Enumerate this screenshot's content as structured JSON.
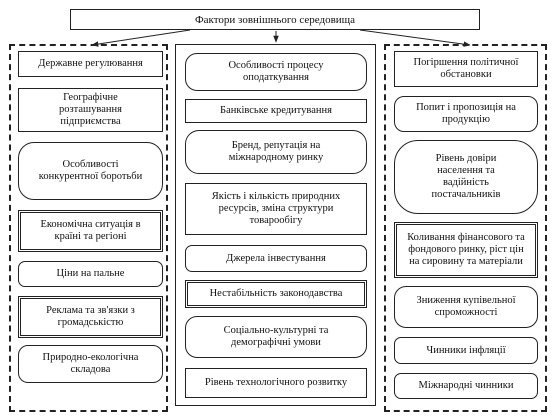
{
  "title": "Фактори зовнішнього середовища",
  "left_factors": [
    "Державне регулювання",
    "Географічне\nрозташування\nпідприємства",
    "Особливості\nконкурентної боротьби",
    "Економічна ситуація в\nкраїні та регіоні",
    "Ціни на пальне",
    "Реклама та зв'язки з\nгромадськістю",
    "Природно-екологічна\nскладова"
  ],
  "center_factors": [
    "Особливості процесу\nоподаткування",
    "Банківське кредитування",
    "Бренд, репутація на\nміжнародному ринку",
    "Якість і кількість природних\nресурсів, зміна структури\nтоварообігу",
    "Джерела інвестування",
    "Нестабільність законодавства",
    "Соціально-культурні та\nдемографічні умови",
    "Рівень технологічного розвитку"
  ],
  "right_factors": [
    "Погіршення політичної\nобстановки",
    "Попит і пропозиція на\nпродукцію",
    "Рівень довіри\nнаселення та\nвадійність\nпостачальників",
    "Коливання фінансового та\nфондового ринку, ріст цін\nна сировину та матеріали",
    "Зниження купівельної\nспроможності",
    "Чинники інфляції",
    "Міжнародні чинники"
  ]
}
